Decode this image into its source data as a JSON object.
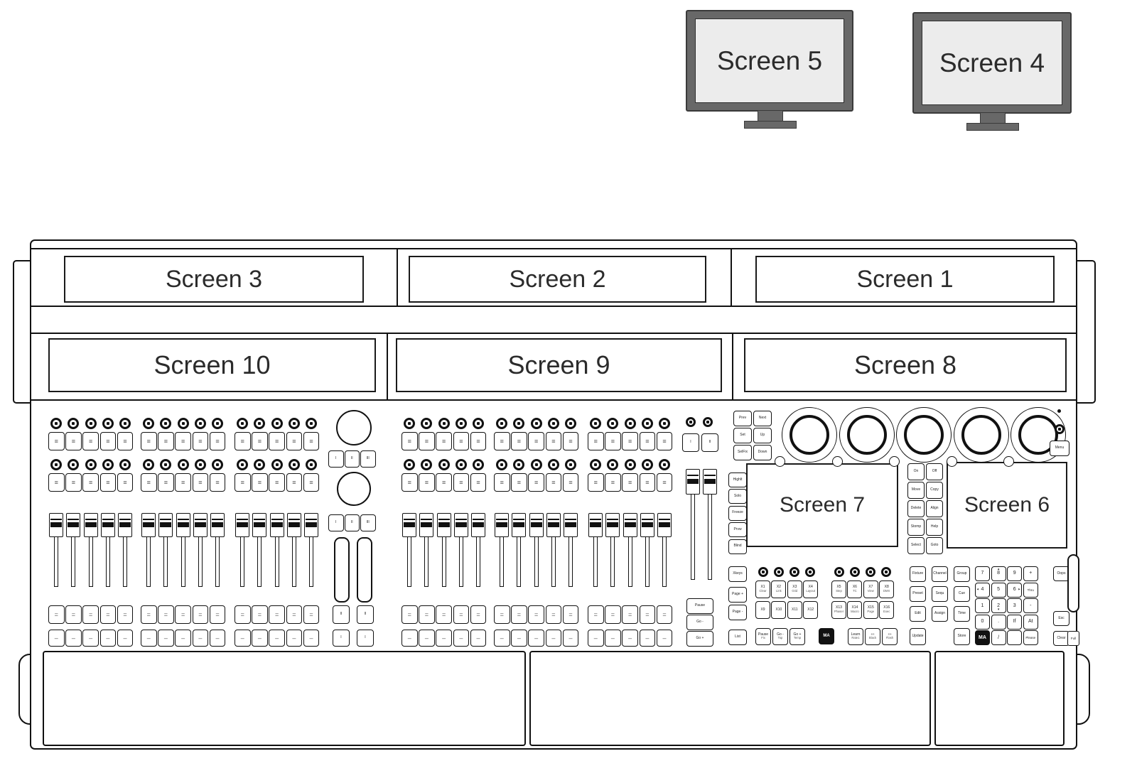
{
  "monitors": [
    {
      "label": "Screen 5"
    },
    {
      "label": "Screen 4"
    }
  ],
  "top_screens": [
    "Screen 3",
    "Screen 2",
    "Screen 1"
  ],
  "mid_screens": [
    "Screen 10",
    "Screen 9",
    "Screen 8"
  ],
  "inner_screens": [
    "Screen 7",
    "Screen 6"
  ],
  "wheel_buttons": [
    "I",
    "II",
    "III"
  ],
  "exec_pair_upper": [
    "II",
    "II"
  ],
  "exec_pair_lower": [
    "I",
    "I"
  ],
  "crossfade_buttons": [
    "I",
    "II"
  ],
  "crossfade_stack": [
    "Pause",
    "Go -",
    "Go +"
  ],
  "nav_grid": [
    "Prev",
    "Next",
    "Set",
    "Up",
    "SelFix",
    "Down"
  ],
  "function_column": [
    "Highlt",
    "Solo",
    "Freeze",
    "Prvw",
    "Blind"
  ],
  "xkeys_column": [
    "Xkeys",
    "Page +",
    "Page -",
    "List"
  ],
  "edit_grid": [
    "On",
    "Off",
    "Move",
    "Copy",
    "Delete",
    "Align",
    "Stomp",
    "Help",
    "Select",
    "Goto"
  ],
  "menu_button": "Menu",
  "xkeys_row1": [
    {
      "l": "X1",
      "s": "Clear"
    },
    {
      "l": "X2",
      "s": "Link"
    },
    {
      "l": "X3",
      "s": "Grid"
    },
    {
      "l": "X4",
      "s": "Layout"
    },
    {
      "l": "X5",
      "s": "Step"
    },
    {
      "l": "X6",
      "s": "TC"
    },
    {
      "l": "X7",
      "s": "View"
    },
    {
      "l": "X8",
      "s": "DMX"
    }
  ],
  "xkeys_row2": [
    {
      "l": "X9"
    },
    {
      "l": "X10"
    },
    {
      "l": "X11"
    },
    {
      "l": "X12"
    },
    {
      "l": "X13",
      "s": "Phaser"
    },
    {
      "l": "X14",
      "s": "Macro"
    },
    {
      "l": "X15",
      "s": "Page"
    },
    {
      "l": "X16",
      "s": "Exec"
    }
  ],
  "master_row": [
    {
      "l": "Pause",
      "s": "Fix"
    },
    {
      "l": "Go -",
      "s": "Top"
    },
    {
      "l": "Go +",
      "s": "Temp"
    }
  ],
  "ma_key": "MA",
  "learn_row": [
    {
      "l": "Learn",
      "s": "Rate1"
    },
    {
      "l": "‹‹‹",
      "s": "Black"
    },
    {
      "l": "›››",
      "s": "Flash"
    }
  ],
  "command_grid": [
    "Fixture",
    "Channel",
    "Group",
    "Preset",
    "Sequ",
    "Cue",
    "Edit",
    "Assign",
    "Time",
    "Update",
    "",
    "Store"
  ],
  "numpad": [
    {
      "l": "7"
    },
    {
      "l": "8",
      "a": "up"
    },
    {
      "l": "9"
    },
    {
      "l": "+"
    },
    {
      "l": "4",
      "a": "left"
    },
    {
      "l": "5"
    },
    {
      "l": "6",
      "a": "right"
    },
    {
      "l": "Thru"
    },
    {
      "l": "1"
    },
    {
      "l": "2",
      "a": "down"
    },
    {
      "l": "3"
    },
    {
      "l": "-"
    },
    {
      "l": "0"
    },
    {
      "l": "."
    },
    {
      "l": "If"
    },
    {
      "l": "At"
    },
    {
      "l": "MA",
      "dark": true
    },
    {
      "l": "/"
    },
    {
      "l": ""
    },
    {
      "l": "Please"
    }
  ],
  "right_column": [
    "Oops",
    "Esc",
    "Clear",
    "Full"
  ],
  "colors": {
    "ink": "#111111",
    "bezel": "#686868",
    "screen_fill": "#ececec"
  }
}
